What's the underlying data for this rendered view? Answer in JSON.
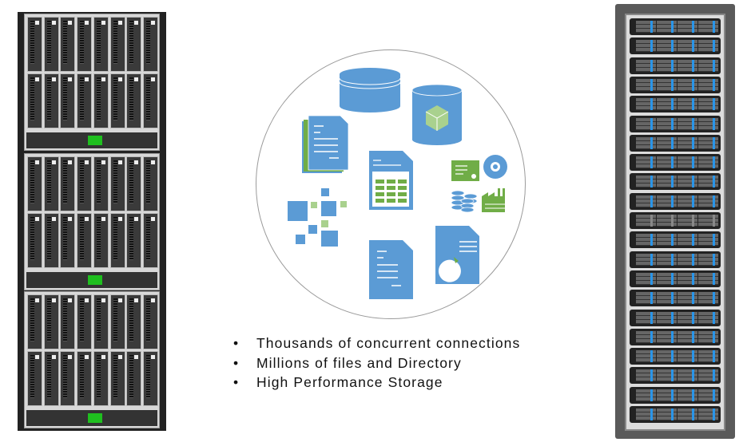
{
  "colors": {
    "icon_blue": "#5b9bd5",
    "icon_green": "#70ad47",
    "rack_dark": "#222222",
    "led_blue": "#2a95e8",
    "lcd_green": "#1fbf1f"
  },
  "icons": [
    "database-icon",
    "cube-database-icon",
    "documents-stack-icon",
    "spreadsheet-document-icon",
    "certificate-disc-coins-factory-icon",
    "squares-mosaic-icon",
    "text-document-icon",
    "pie-chart-document-icon"
  ],
  "bullets": [
    "Thousands of concurrent connections",
    "Millions of files and Directory",
    "High Performance Storage"
  ]
}
